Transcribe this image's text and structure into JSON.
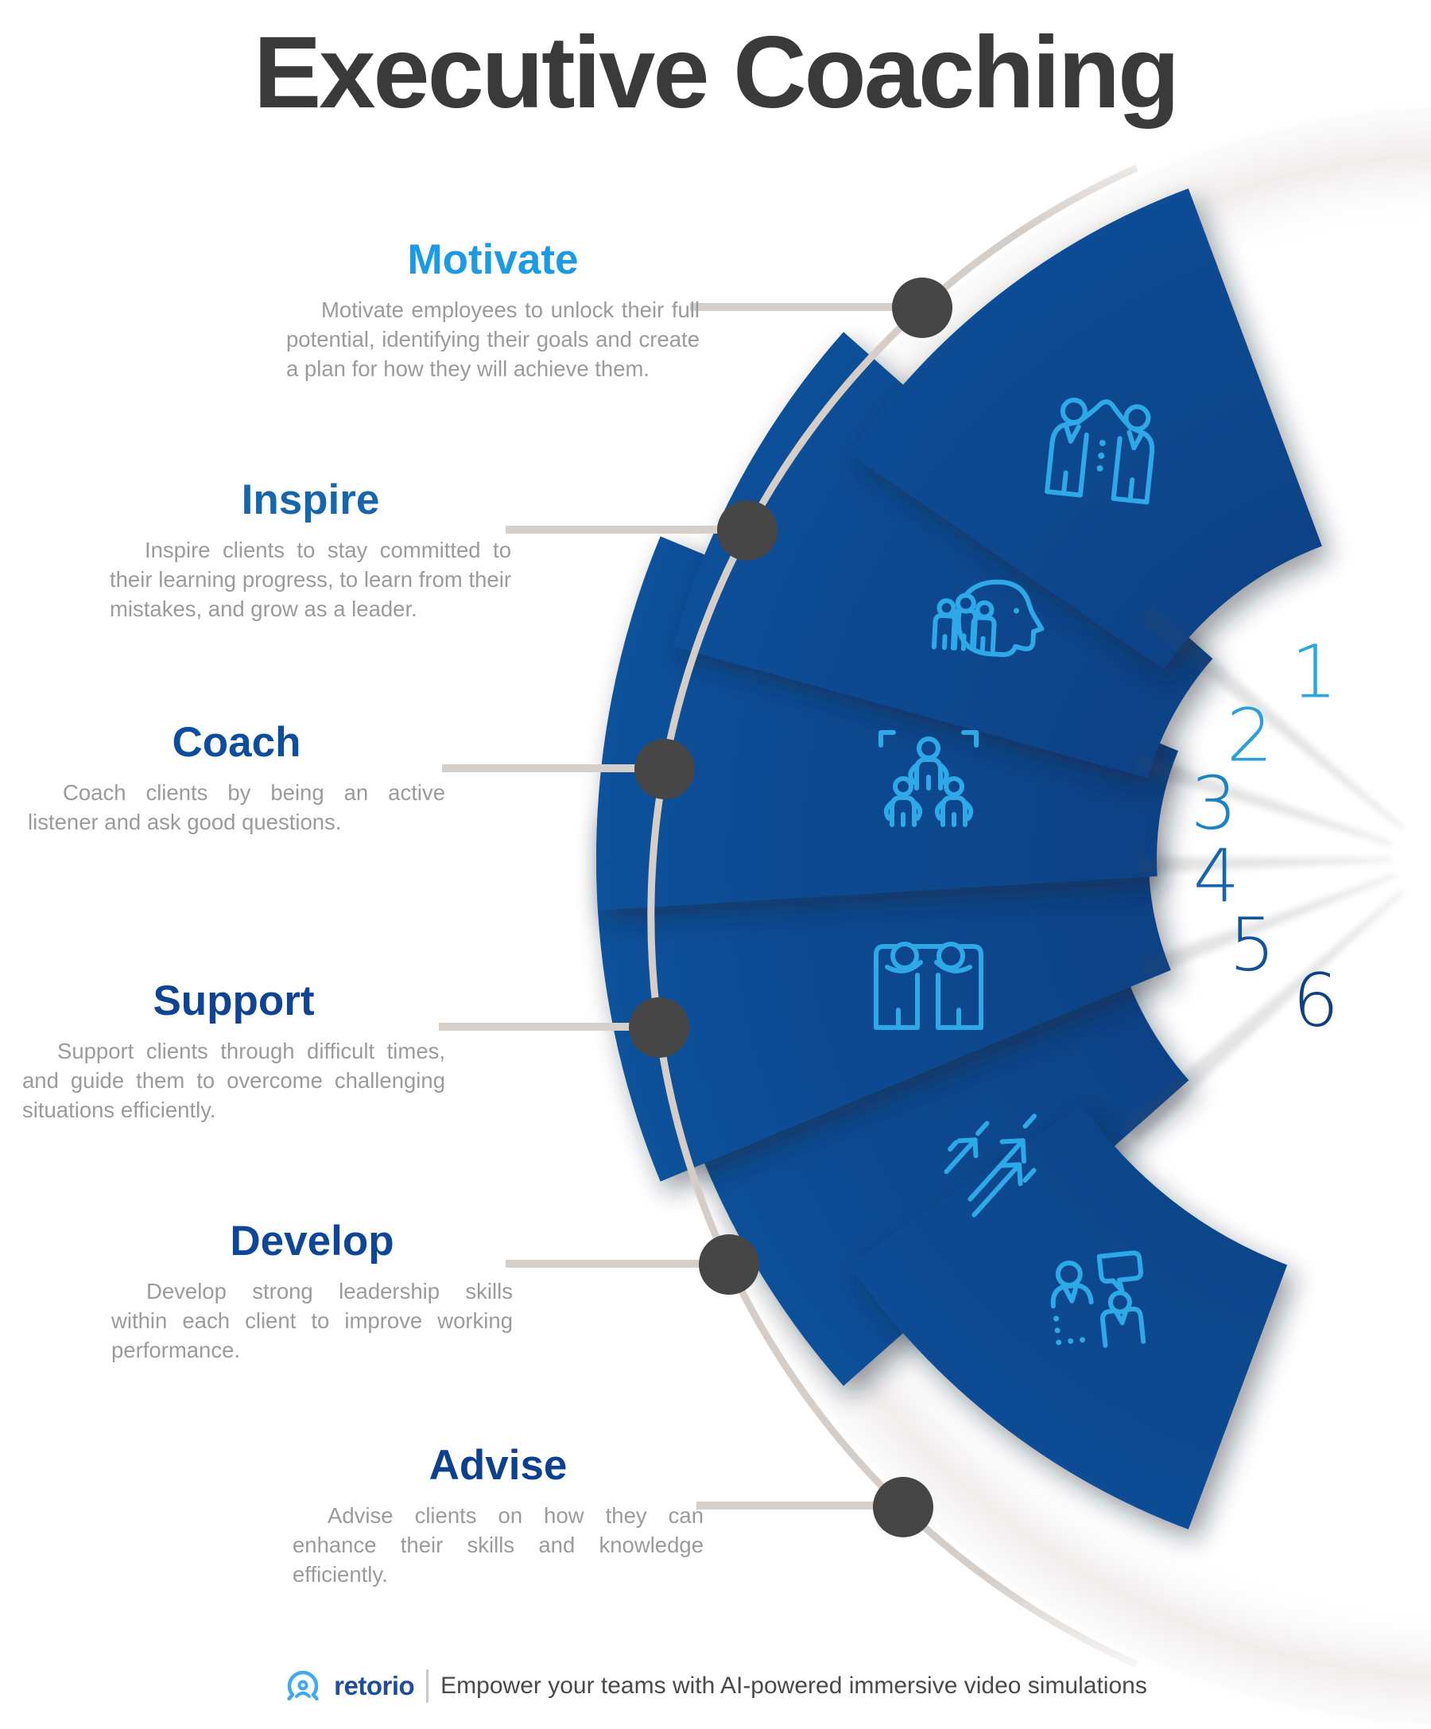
{
  "title": "Executive Coaching",
  "sections": [
    {
      "id": "motivate",
      "title": "Motivate",
      "number": "1",
      "heading_color": "#1b9be5",
      "number_color": "#29a8e0",
      "icon": "high-five-icon",
      "body": "Motivate employees to unlock their full potential, identifying their goals and create a plan for how they will achieve them."
    },
    {
      "id": "inspire",
      "title": "Inspire",
      "number": "2",
      "heading_color": "#1566ae",
      "number_color": "#29a0db",
      "icon": "mentor-head-icon",
      "body": "Inspire clients to stay committed to their learning progress, to learn from their mistakes, and grow as a leader."
    },
    {
      "id": "coach",
      "title": "Coach",
      "number": "3",
      "heading_color": "#0c4da0",
      "number_color": "#1b82c6",
      "icon": "team-focus-icon",
      "body": "Coach clients by being an active listener and ask good questions."
    },
    {
      "id": "support",
      "title": "Support",
      "number": "4",
      "heading_color": "#0f4494",
      "number_color": "#1766ac",
      "icon": "shoulder-support-icon",
      "body": "Support clients through difficult times, and guide them to overcome challenging situations efficiently."
    },
    {
      "id": "develop",
      "title": "Develop",
      "number": "5",
      "heading_color": "#0e4799",
      "number_color": "#14529b",
      "icon": "growth-arrows-icon",
      "body": "Develop strong leadership skills within each client to improve working performance."
    },
    {
      "id": "advise",
      "title": "Advise",
      "number": "6",
      "heading_color": "#0c4190",
      "number_color": "#123f82",
      "icon": "consult-chat-icon",
      "body": "Advise clients on how they can enhance their skills and knowledge efficiently."
    }
  ],
  "footer": {
    "brand": "retorio",
    "tagline": "Empower your teams with AI-powered immersive video simulations"
  },
  "colors": {
    "title_color": "#3a3a3a",
    "body_gray": "#9b9b9b",
    "blade_blue": "#0e4890",
    "icon_stroke": "#2ea9e8",
    "arc_gray": "#d5cdc8",
    "dot_gray": "#464646",
    "brand_blue": "#1c4e9d"
  }
}
